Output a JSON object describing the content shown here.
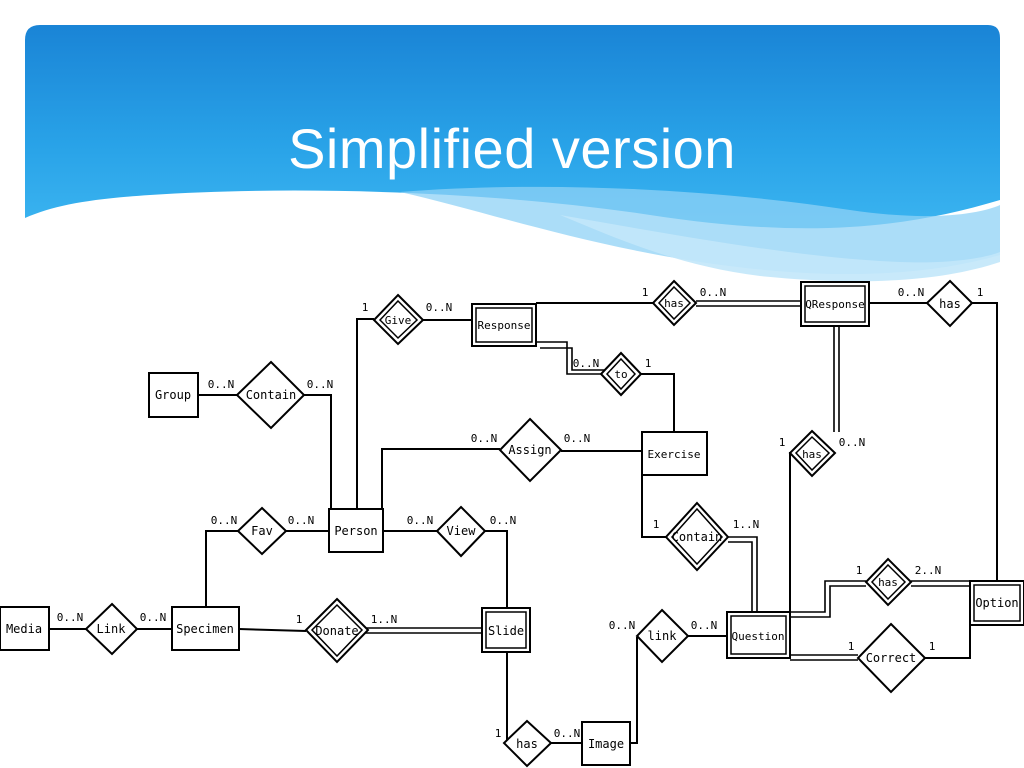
{
  "slide": {
    "title": "Simplified version"
  },
  "diagram": {
    "entities": {
      "media": "Media",
      "specimen": "Specimen",
      "group": "Group",
      "person": "Person",
      "response": "Response",
      "qresponse": "QResponse",
      "exercise": "Exercise",
      "slide": "Slide",
      "image": "Image",
      "question": "Question",
      "option": "Option"
    },
    "relationships": {
      "link_media": "Link",
      "fav": "Fav",
      "contain_group": "Contain",
      "give": "Give",
      "has_response": "has",
      "has_qresp_option": "has",
      "to": "to",
      "assign": "Assign",
      "has_qresp_question": "has",
      "view": "View",
      "donate": "Donate",
      "contain_exercise": "Contain",
      "has_option_question": "has",
      "correct": "Correct",
      "link_image": "link",
      "has_slide_image": "has"
    },
    "cardinalities": [
      "0..N",
      "0..N",
      "0..N",
      "0..N",
      "0..N",
      "0..N",
      "1",
      "0..N",
      "1",
      "0..N",
      "0..N",
      "1",
      "0..N",
      "1",
      "0..N",
      "0..N",
      "1",
      "0..N",
      "0..N",
      "0..N",
      "1",
      "1..N",
      "1",
      "1..N",
      "1",
      "2..N",
      "1",
      "1",
      "0..N",
      "0..N",
      "1",
      "0..N"
    ]
  }
}
